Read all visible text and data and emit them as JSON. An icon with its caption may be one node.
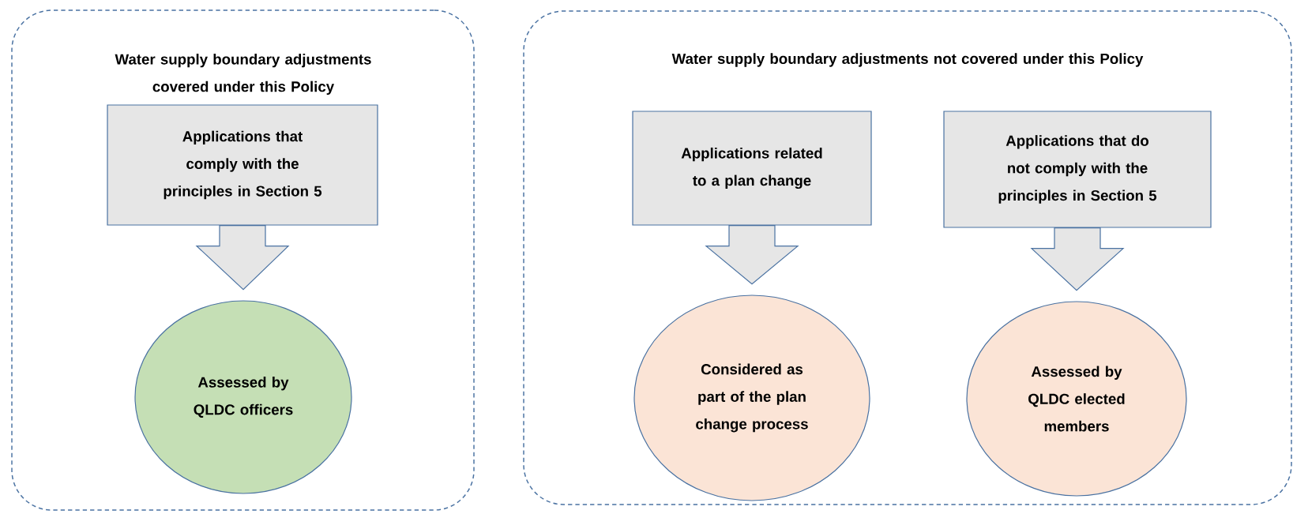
{
  "diagram": {
    "nodes": [
      {
        "text": [
          "Water supply boundary adjustments covered under this Policy"
        ]
      },
      {
        "text": [
          "Applications that comply with the principles in Section 5"
        ],
        "in": 0
      },
      {
        "text": [
          "Assessed by QLDC officers"
        ],
        "in": 0
      },
      {
        "text": [
          "Water supply boundary adjustments not covered under this Policy"
        ]
      },
      {
        "text": [
          "Applications related to a plan change"
        ],
        "in": 3
      },
      {
        "text": [
          "Applications that do not comply with the principles in Section 5"
        ],
        "in": 3
      },
      {
        "text": [
          "Considered as part of the plan change process"
        ],
        "in": 3
      },
      {
        "text": [
          "Assessed by QLDC elected members"
        ],
        "in": 3
      }
    ],
    "edges": [
      {
        "from": 1,
        "to": 2,
        "arrow": "to"
      },
      {
        "from": 4,
        "to": 6,
        "arrow": "to"
      },
      {
        "from": 5,
        "to": 7,
        "arrow": "to"
      }
    ]
  }
}
